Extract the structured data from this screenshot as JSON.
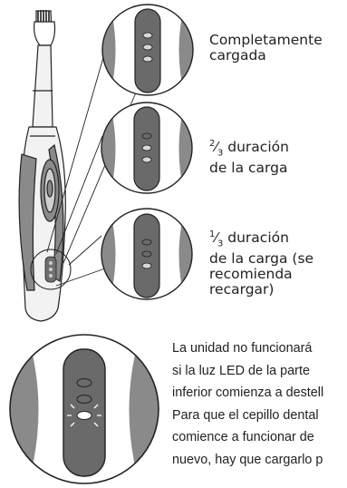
{
  "labels": {
    "full": [
      "Completamente",
      "cargada"
    ],
    "two_thirds": {
      "num": "2",
      "den": "3",
      "line1_rest": " duración",
      "line2": "de la carga"
    },
    "one_third": {
      "num": "1",
      "den": "3",
      "line1_rest": " duración",
      "lines": [
        "de la carga (se",
        "recomienda",
        "recargar)"
      ]
    }
  },
  "note_lines": [
    "La unidad no funcionará",
    "si la luz LED de la parte",
    "inferior comienza a destell",
    "Para que el cepillo dental",
    "comience a funcionar de",
    "nuevo, hay que cargarlo p"
  ],
  "icons": {
    "toothbrush": "electric-toothbrush-illustration",
    "led_full": "three-leds-lit",
    "led_two_thirds": "two-leds-lit",
    "led_one_third": "one-led-lit",
    "led_blink": "bottom-led-blinking"
  },
  "colors": {
    "outline": "#222222",
    "grey": "#8a8a8a",
    "mid_grey": "#6f6f6f",
    "light_grey": "#c9c9c9",
    "body": "#f2f2f2"
  }
}
